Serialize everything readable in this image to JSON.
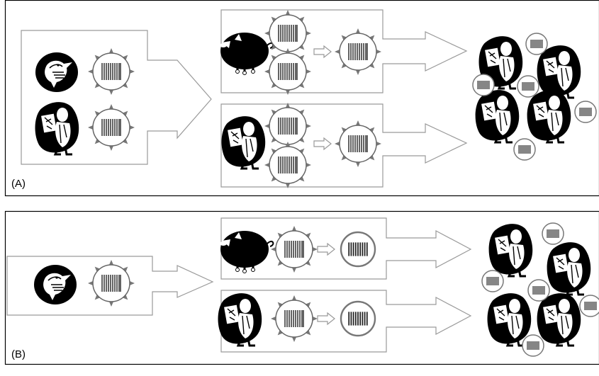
{
  "panels": [
    {
      "id": "A",
      "label": "(A)"
    },
    {
      "id": "B",
      "label": "(B)"
    }
  ],
  "colors": {
    "frame": "#000000",
    "arrow_stroke": "#9a9a9a",
    "icon_fill": "#000000",
    "virus_stroke": "#555555",
    "background": "#ffffff"
  },
  "icons": {
    "host_bird": "bird-icon",
    "host_pig": "pig-icon",
    "host_human": "human-doctor-icon",
    "virus_spiked": "spiked-virus-icon",
    "virus_smooth": "smooth-virus-icon",
    "transition": "small-arrow-icon"
  }
}
